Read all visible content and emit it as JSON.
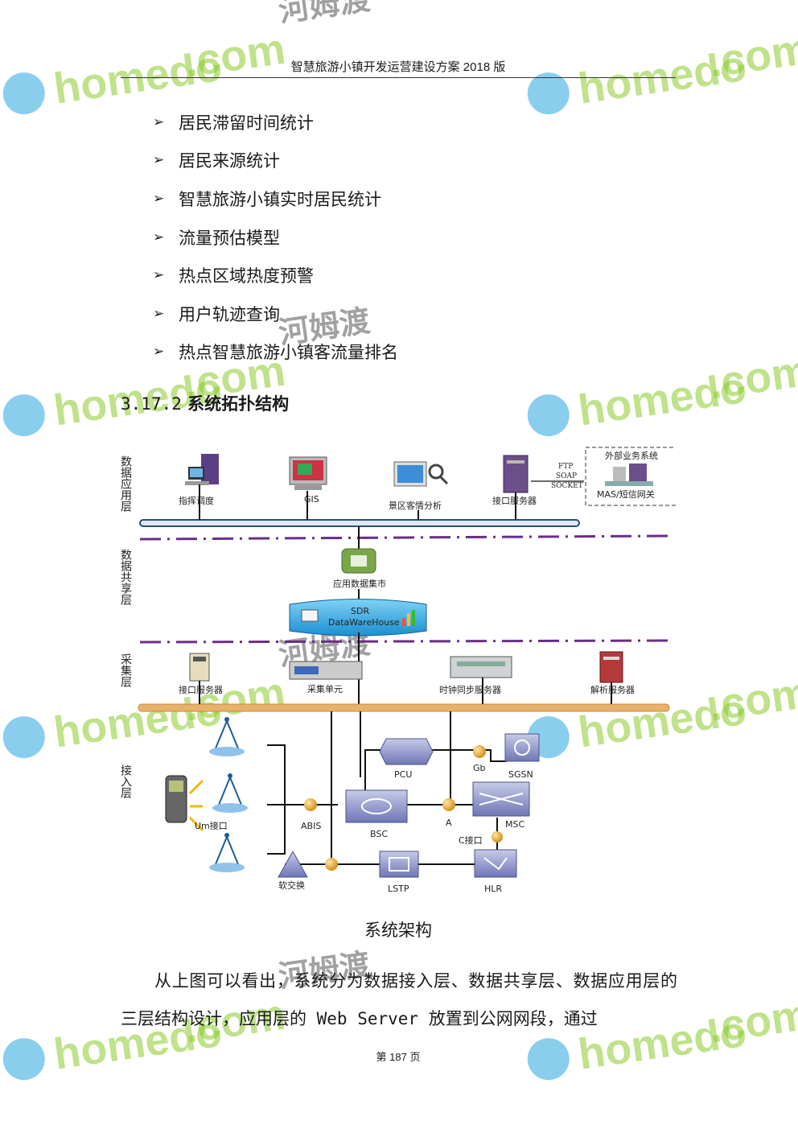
{
  "header": {
    "title": "智慧旅游小镇开发运营建设方案 2018 版"
  },
  "bullet_marker": "➢",
  "bullets": [
    "居民滞留时间统计",
    "居民来源统计",
    "智慧旅游小镇实时居民统计",
    "流量预估模型",
    "热点区域热度预警",
    "用户轨迹查询",
    "热点智慧旅游小镇客流量排名"
  ],
  "section": {
    "number": "3.17.2",
    "title": "系统拓扑结构"
  },
  "diagram": {
    "layers": {
      "app": "数据应用层",
      "share": "数据共享层",
      "collect": "采集层",
      "access": "接入层"
    },
    "app_nodes": {
      "command": "指挥调度",
      "gis": "GIS",
      "analysis": "景区客情分析",
      "interface_server": "接口服务器"
    },
    "protocols": [
      "FTP",
      "SOAP",
      "SOCKET"
    ],
    "external": {
      "title": "外部业务系统",
      "gateway": "MAS/短信网关"
    },
    "mart": "应用数据集市",
    "warehouse": {
      "line1": "SDR",
      "line2": "DataWareHouse"
    },
    "collect_nodes": {
      "interface_server": "接口服务器",
      "collector": "采集单元",
      "clock_sync": "时钟同步服务器",
      "parser": "解析服务器"
    },
    "access_nodes": {
      "um": "Um接口",
      "abis": "ABIS",
      "bsc": "BSC",
      "pcu": "PCU",
      "gb": "Gb",
      "sgsn": "SGSN",
      "a": "A",
      "msc": "MSC",
      "c_if": "C接口",
      "softswitch": "软交换",
      "lstp": "LSTP",
      "hlr": "HLR"
    }
  },
  "caption": "系统架构",
  "paragraph": {
    "part1": "从上图可以看出，系统分为数据接入层、数据共享层、数据应用层的三层结构设计，应用层的",
    "mono": " Web Server ",
    "part2": "放置到公网网段，通过"
  },
  "footer": {
    "prefix": "第",
    "page": "187",
    "suffix": "页"
  },
  "watermark": {
    "en": "homedo",
    "dotcom": ".com",
    "cn": "河姆渡"
  },
  "colors": {
    "orange_bus": "#e8b26c",
    "blue_bus": "#2c4d7a",
    "purple_dash": "#6b2d87",
    "watermark_green": "#8ccc2c",
    "watermark_blue": "#2aa6e0"
  }
}
